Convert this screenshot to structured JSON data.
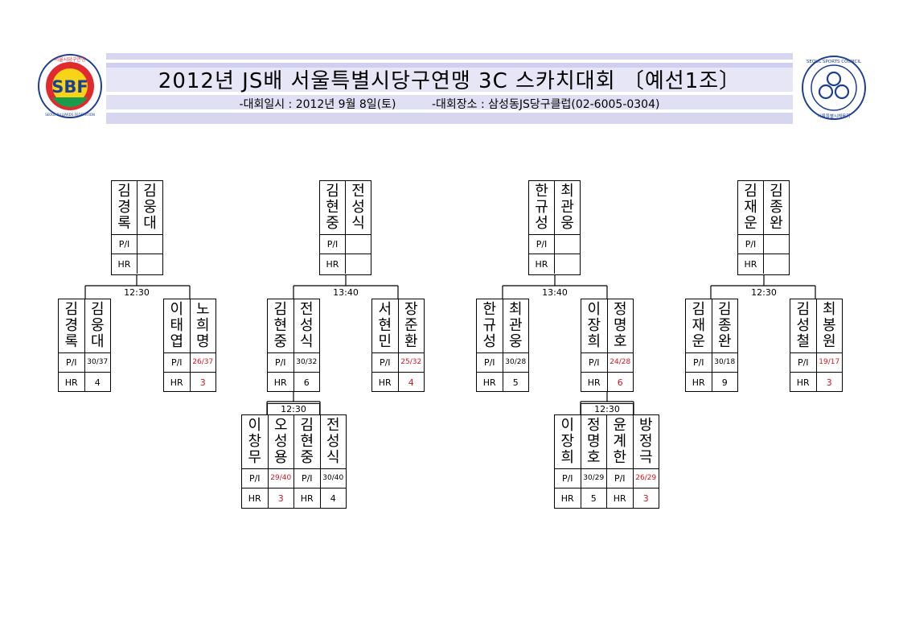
{
  "header": {
    "title": "2012년 JS배 서울특별시당구연맹 3C 스카치대회 〔예선1조〕",
    "subtitle": "-대회일시 : 2012년 9월 8일(토)          -대회장소 : 삼성동JS당구클럽(02-6005-0304)"
  },
  "logos": {
    "left": {
      "initials": "SBF",
      "ring_text_top": "서울시당구연맹",
      "ring_text_bottom": "SEOUL BILLIARDS FEDERATION"
    },
    "right": {
      "ring_text_top": "SEOUL SPORTS COUNCIL",
      "ring_text_bottom": "서울특별시체육회"
    }
  },
  "labels": {
    "pi": "P/I",
    "hr": "HR"
  },
  "colors": {
    "loser_score": "#d8141c",
    "banner": "#d6d6f0"
  },
  "times": {
    "g1": "12:30",
    "g2": "13:40",
    "g3": "13:40",
    "g4": "12:30",
    "g5": "12:30",
    "g6": "12:30"
  },
  "boxes": {
    "w1": {
      "names": [
        "김경록",
        "김웅대"
      ],
      "scores": [
        "",
        ""
      ],
      "hr": [
        "",
        ""
      ]
    },
    "w2": {
      "names": [
        "김현중",
        "전성식"
      ],
      "scores": [
        "",
        ""
      ],
      "hr": [
        "",
        ""
      ]
    },
    "w3": {
      "names": [
        "한규성",
        "최관웅"
      ],
      "scores": [
        "",
        ""
      ],
      "hr": [
        "",
        ""
      ]
    },
    "w4": {
      "names": [
        "김재운",
        "김종완"
      ],
      "scores": [
        "",
        ""
      ],
      "hr": [
        "",
        ""
      ]
    },
    "a1": {
      "names": [
        "김경록",
        "김웅대"
      ],
      "scores": [
        "30/37"
      ],
      "hr": [
        "4"
      ]
    },
    "a2": {
      "names": [
        "이태엽",
        "노희명"
      ],
      "scores": [
        "26/37"
      ],
      "hr": [
        "3"
      ]
    },
    "b1": {
      "names": [
        "김현중",
        "전성식"
      ],
      "scores": [
        "30/32"
      ],
      "hr": [
        "6"
      ]
    },
    "b2": {
      "names": [
        "서현민",
        "장준환"
      ],
      "scores": [
        "25/32"
      ],
      "hr": [
        "4"
      ]
    },
    "c1": {
      "names": [
        "한규성",
        "최관웅"
      ],
      "scores": [
        "30/28"
      ],
      "hr": [
        "5"
      ]
    },
    "c2": {
      "names": [
        "이장희",
        "정명호"
      ],
      "scores": [
        "24/28"
      ],
      "hr": [
        "6"
      ]
    },
    "d1": {
      "names": [
        "김재운",
        "김종완"
      ],
      "scores": [
        "30/18"
      ],
      "hr": [
        "9"
      ]
    },
    "d2": {
      "names": [
        "김성철",
        "최봉원"
      ],
      "scores": [
        "19/17"
      ],
      "hr": [
        "3"
      ]
    },
    "e1": {
      "names": [
        "이창무",
        "오성용"
      ],
      "scores": [
        "29/40"
      ],
      "hr": [
        "3"
      ]
    },
    "e2": {
      "names": [
        "김현중",
        "전성식"
      ],
      "scores": [
        "30/40"
      ],
      "hr": [
        "4"
      ]
    },
    "f1": {
      "names": [
        "이장희",
        "정명호"
      ],
      "scores": [
        "30/29"
      ],
      "hr": [
        "5"
      ]
    },
    "f2": {
      "names": [
        "윤계한",
        "방정극"
      ],
      "scores": [
        "26/29"
      ],
      "hr": [
        "3"
      ]
    }
  }
}
